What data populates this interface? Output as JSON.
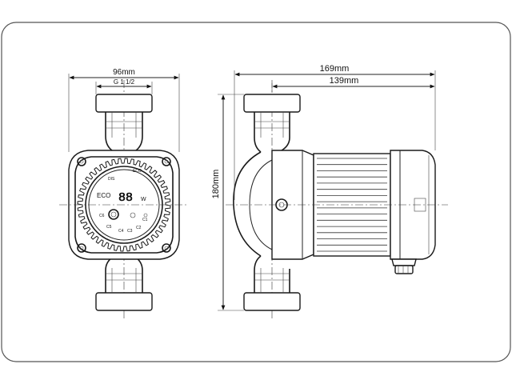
{
  "dimensions": {
    "width_label": "96mm",
    "thread_label": "G 1 1/2",
    "length_total_label": "169mm",
    "length_body_label": "139mm",
    "height_label": "180mm"
  },
  "control_panel": {
    "mode_label": "ECO",
    "display_value": "88",
    "unit_label": "W",
    "mode_markers": [
      "C6",
      "C5",
      "C4",
      "C3",
      "C2",
      "C1"
    ],
    "top_markers": [
      "DIS",
      "ECO"
    ]
  },
  "colors": {
    "line": "#1a1a1a",
    "background": "#ffffff",
    "frame": "#555555"
  }
}
